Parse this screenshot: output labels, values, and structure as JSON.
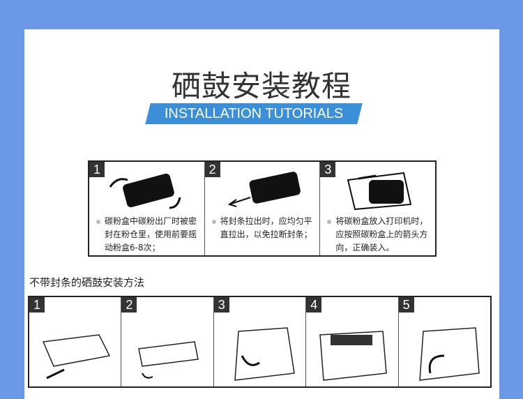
{
  "title": "硒鼓安装教程",
  "subtitle": "INSTALLATION TUTORIALS",
  "steps_sealed": [
    {
      "num": "1",
      "text": "碳粉盒中碳粉出厂时被密封在粉仓里，使用前要摇动粉盒6-8次；"
    },
    {
      "num": "2",
      "text": "将封条拉出时，应均匀平直拉出，以免拉断封条；"
    },
    {
      "num": "3",
      "text": "将碳粉盒放入打印机时，应按照碳粉盒上的箭头方向，正确装入。"
    }
  ],
  "section_title": "不带封条的硒鼓安装方法",
  "steps_unsealed": [
    {
      "num": "1"
    },
    {
      "num": "2"
    },
    {
      "num": "3"
    },
    {
      "num": "4"
    },
    {
      "num": "5"
    }
  ]
}
